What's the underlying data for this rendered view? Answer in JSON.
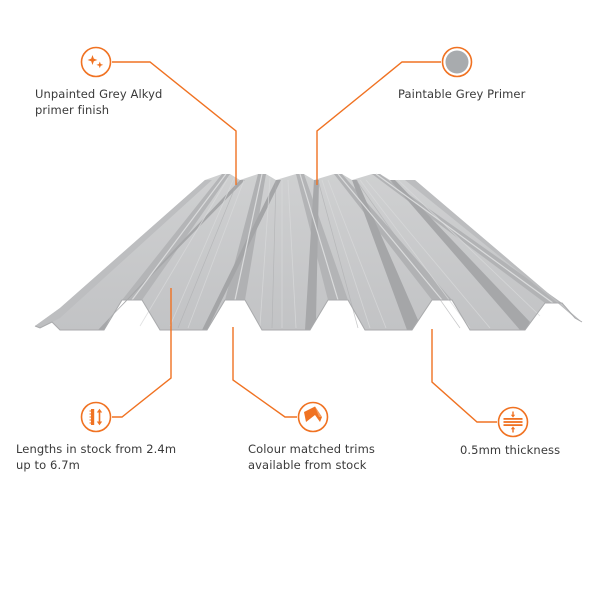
{
  "colors": {
    "accent": "#F07222",
    "text": "#3A3A3A",
    "sheet_light": "#C9CACB",
    "sheet_mid": "#B5B6B8",
    "sheet_dark": "#9FA0A2",
    "primer_swatch": "#A8ABAE",
    "background": "#FFFFFF"
  },
  "product": {
    "name": "Trapezoidal profile metal roof sheet",
    "image_alt": "Grey corrugated trapezoidal roofing sheet"
  },
  "features": [
    {
      "id": "finish",
      "icon": "sparkle-icon",
      "line1": "Unpainted Grey Alkyd",
      "line2": "primer finish"
    },
    {
      "id": "primer",
      "icon": "grey-swatch-icon",
      "line1": "Paintable Grey Primer",
      "line2": ""
    },
    {
      "id": "lengths",
      "icon": "length-ruler-icon",
      "line1": "Lengths in stock from 2.4m",
      "line2": "up to 6.7m"
    },
    {
      "id": "trims",
      "icon": "trim-flashing-icon",
      "line1": "Colour matched trims",
      "line2": "available from stock"
    },
    {
      "id": "thickness",
      "icon": "thickness-compress-icon",
      "line1": "0.5mm thickness",
      "line2": ""
    }
  ]
}
